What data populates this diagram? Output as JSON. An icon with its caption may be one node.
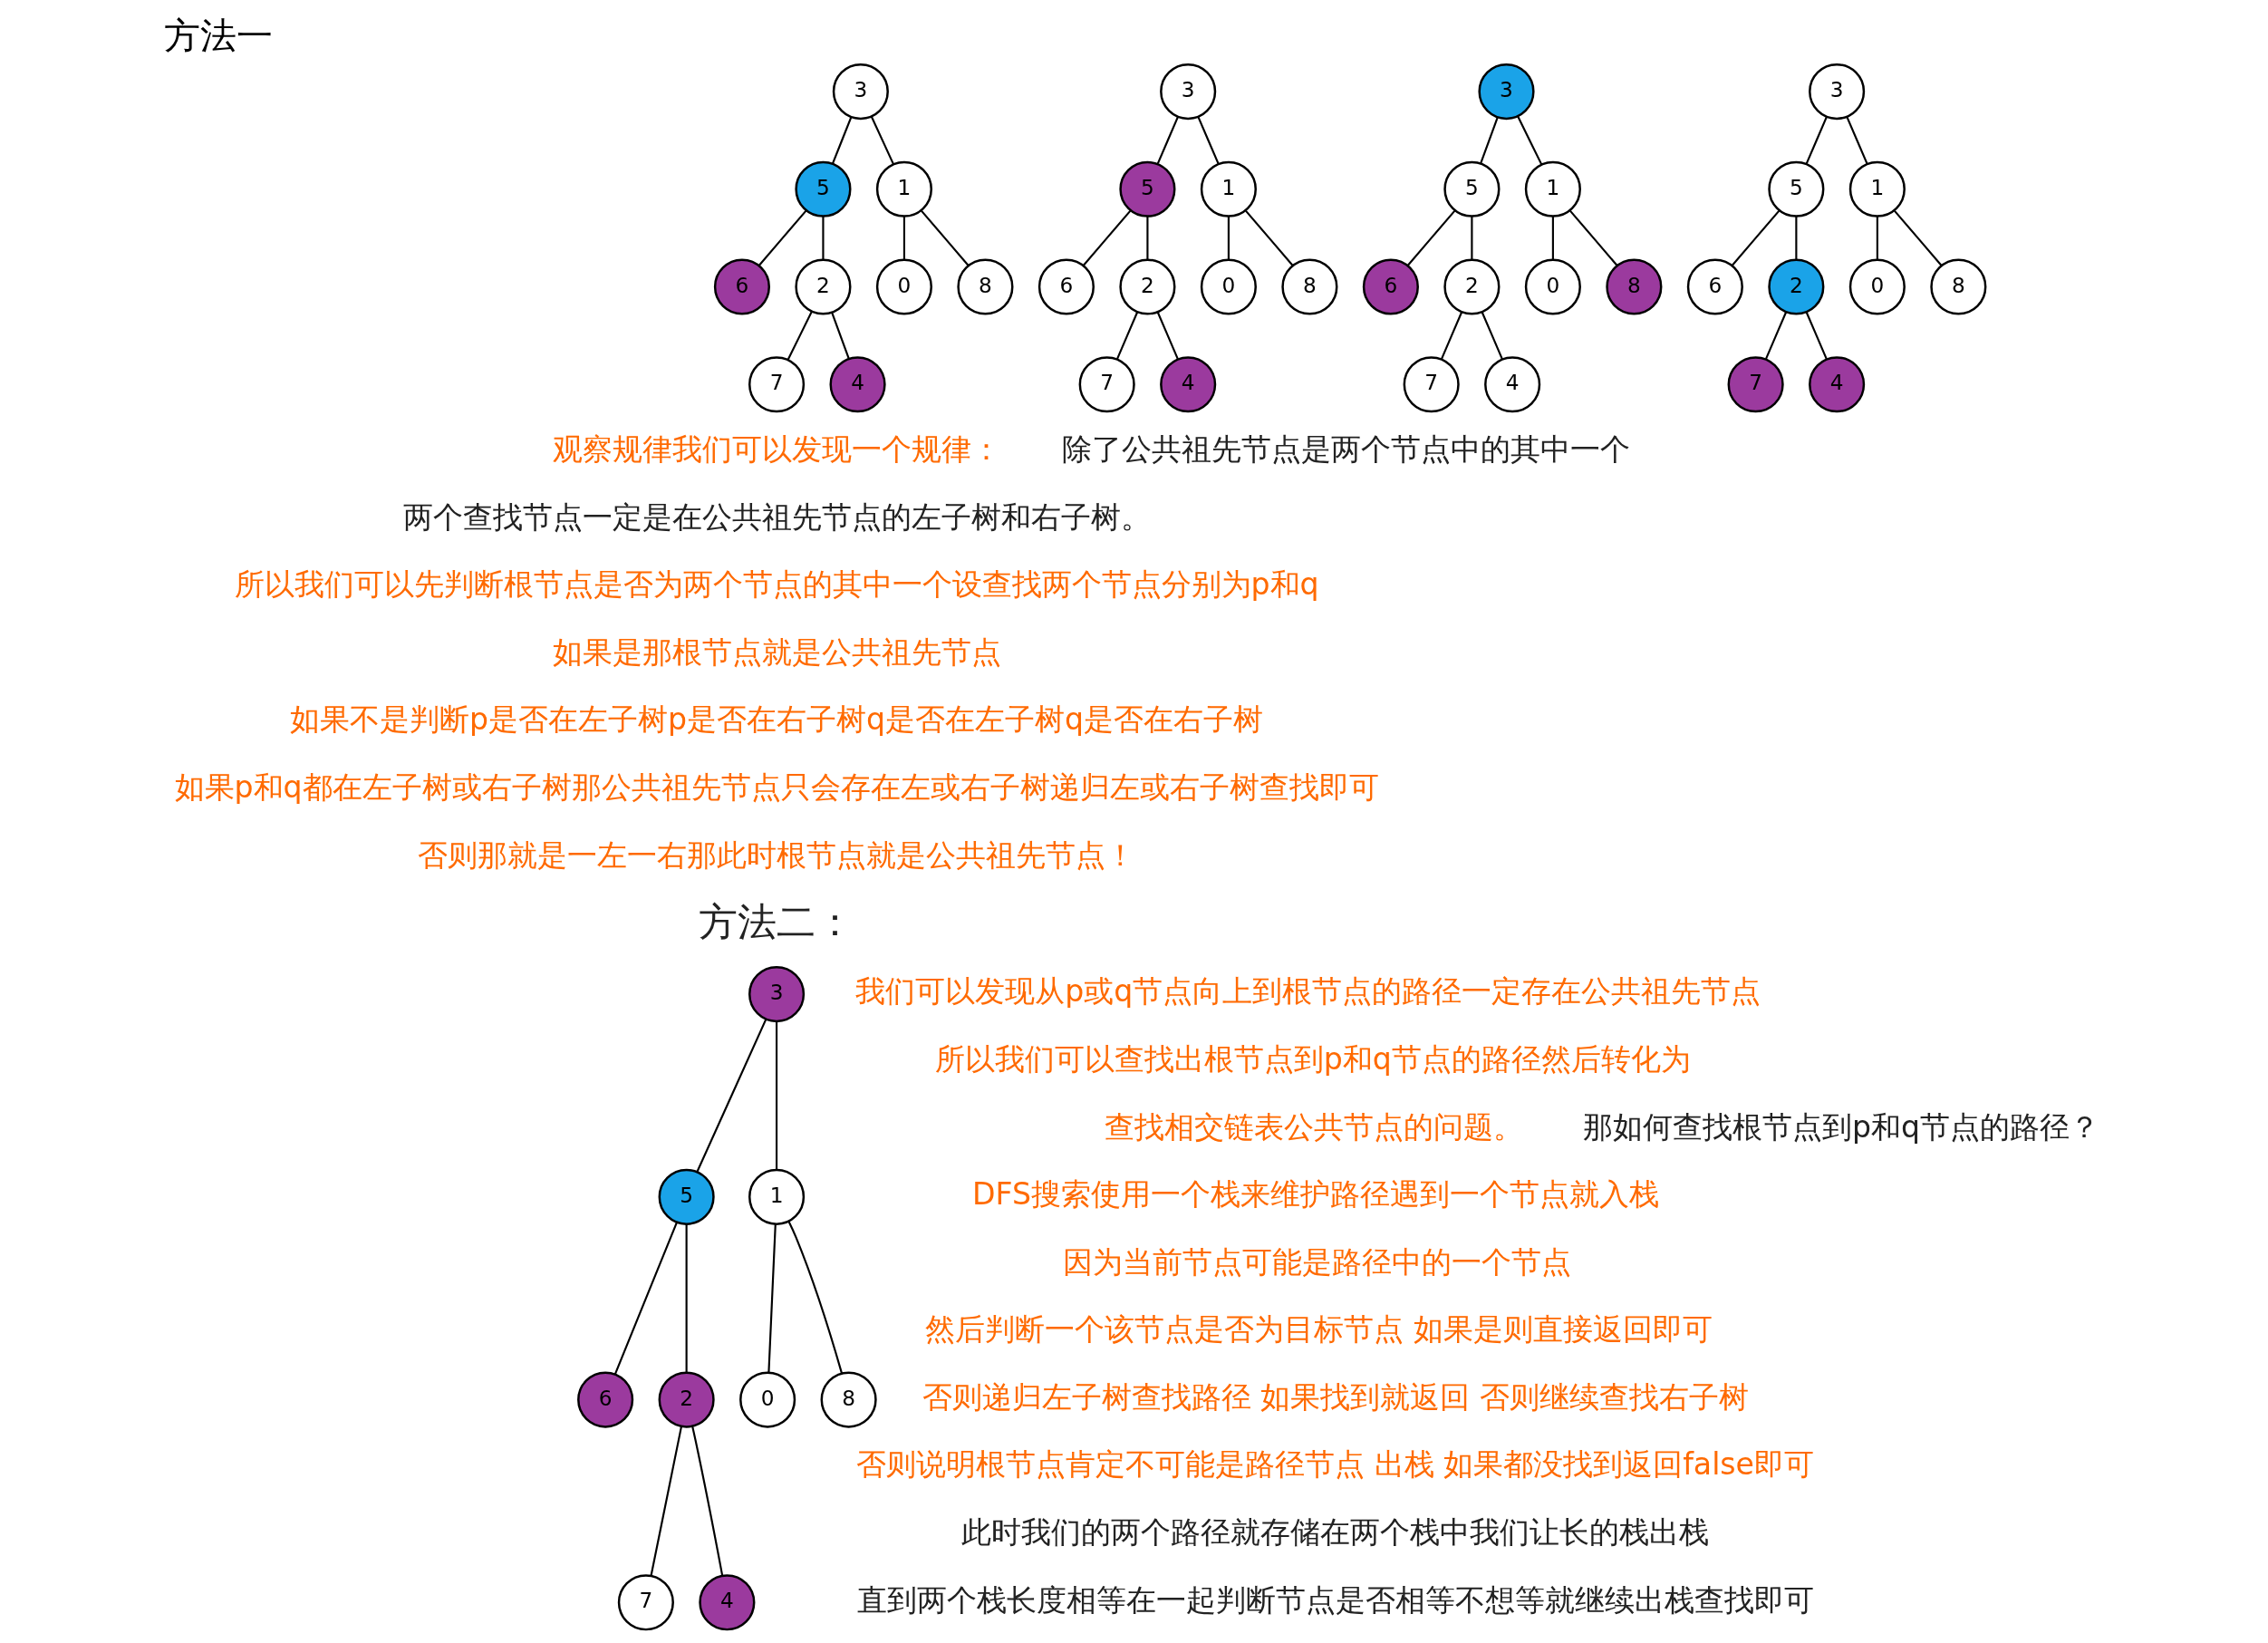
{
  "diagram": {
    "title": "方法一",
    "nodes": [
      {
        "text": [
          "3"
        ]
      },
      {
        "text": [
          "5"
        ]
      },
      {
        "text": [
          "1"
        ]
      },
      {
        "text": [
          "6"
        ]
      },
      {
        "text": [
          "2"
        ]
      },
      {
        "text": [
          "0"
        ]
      },
      {
        "text": [
          "8"
        ]
      },
      {
        "text": [
          "7"
        ]
      },
      {
        "text": [
          "4"
        ]
      },
      {
        "text": [
          "3"
        ]
      },
      {
        "text": [
          "5"
        ]
      },
      {
        "text": [
          "1"
        ]
      },
      {
        "text": [
          "6"
        ]
      },
      {
        "text": [
          "2"
        ]
      },
      {
        "text": [
          "0"
        ]
      },
      {
        "text": [
          "8"
        ]
      },
      {
        "text": [
          "7"
        ]
      },
      {
        "text": [
          "4"
        ]
      },
      {
        "text": [
          "3"
        ]
      },
      {
        "text": [
          "5"
        ]
      },
      {
        "text": [
          "1"
        ]
      },
      {
        "text": [
          "6"
        ]
      },
      {
        "text": [
          "2"
        ]
      },
      {
        "text": [
          "0"
        ]
      },
      {
        "text": [
          "8"
        ]
      },
      {
        "text": [
          "7"
        ]
      },
      {
        "text": [
          "4"
        ]
      },
      {
        "text": [
          "3"
        ]
      },
      {
        "text": [
          "5"
        ]
      },
      {
        "text": [
          "1"
        ]
      },
      {
        "text": [
          "6"
        ]
      },
      {
        "text": [
          "2"
        ]
      },
      {
        "text": [
          "0"
        ]
      },
      {
        "text": [
          "8"
        ]
      },
      {
        "text": [
          "7"
        ]
      },
      {
        "text": [
          "4"
        ]
      },
      {
        "text": [
          "3"
        ]
      },
      {
        "text": [
          "5"
        ]
      },
      {
        "text": [
          "1"
        ]
      },
      {
        "text": [
          "6"
        ]
      },
      {
        "text": [
          "2"
        ]
      },
      {
        "text": [
          "0"
        ]
      },
      {
        "text": [
          "8"
        ]
      },
      {
        "text": [
          "7"
        ]
      },
      {
        "text": [
          "4"
        ]
      }
    ],
    "edges": [
      {
        "from": 0,
        "to": 1,
        "arrow": "none"
      },
      {
        "from": 0,
        "to": 2,
        "arrow": "none"
      },
      {
        "from": 1,
        "to": 3,
        "arrow": "none"
      },
      {
        "from": 1,
        "to": 4,
        "arrow": "none"
      },
      {
        "from": 2,
        "to": 5,
        "arrow": "none"
      },
      {
        "from": 2,
        "to": 6,
        "arrow": "none"
      },
      {
        "from": 4,
        "to": 7,
        "arrow": "none"
      },
      {
        "from": 4,
        "to": 8,
        "arrow": "none"
      },
      {
        "from": 9,
        "to": 10,
        "arrow": "none"
      },
      {
        "from": 9,
        "to": 11,
        "arrow": "none"
      },
      {
        "from": 10,
        "to": 12,
        "arrow": "none"
      },
      {
        "from": 10,
        "to": 13,
        "arrow": "none"
      },
      {
        "from": 11,
        "to": 14,
        "arrow": "none"
      },
      {
        "from": 11,
        "to": 15,
        "arrow": "none"
      },
      {
        "from": 13,
        "to": 16,
        "arrow": "none"
      },
      {
        "from": 13,
        "to": 17,
        "arrow": "none"
      },
      {
        "from": 18,
        "to": 19,
        "arrow": "none"
      },
      {
        "from": 18,
        "to": 20,
        "arrow": "none"
      },
      {
        "from": 19,
        "to": 21,
        "arrow": "none"
      },
      {
        "from": 19,
        "to": 22,
        "arrow": "none"
      },
      {
        "from": 20,
        "to": 23,
        "arrow": "none"
      },
      {
        "from": 20,
        "to": 24,
        "arrow": "none"
      },
      {
        "from": 22,
        "to": 25,
        "arrow": "none"
      },
      {
        "from": 22,
        "to": 26,
        "arrow": "none"
      },
      {
        "from": 27,
        "to": 28,
        "arrow": "none"
      },
      {
        "from": 27,
        "to": 29,
        "arrow": "none"
      },
      {
        "from": 28,
        "to": 30,
        "arrow": "none"
      },
      {
        "from": 28,
        "to": 31,
        "arrow": "none"
      },
      {
        "from": 29,
        "to": 32,
        "arrow": "none"
      },
      {
        "from": 29,
        "to": 33,
        "arrow": "none"
      },
      {
        "from": 31,
        "to": 34,
        "arrow": "none"
      },
      {
        "from": 31,
        "to": 35,
        "arrow": "none"
      },
      {
        "from": 36,
        "to": 37,
        "arrow": "none"
      },
      {
        "from": 36,
        "to": 38,
        "arrow": "none"
      },
      {
        "from": 37,
        "to": 39,
        "arrow": "none"
      },
      {
        "from": 37,
        "to": 40,
        "arrow": "none"
      },
      {
        "from": 38,
        "to": 41,
        "arrow": "none"
      },
      {
        "from": 38,
        "to": 42,
        "arrow": "none"
      },
      {
        "from": 40,
        "to": 43,
        "arrow": "none"
      },
      {
        "from": 40,
        "to": 44,
        "arrow": "none"
      }
    ],
    "labels": [
      "观察规律我们可以发现一个规律：",
      "除了公共祖先节点是两个节点中的其中一个",
      "两个查找节点一定是在公共祖先节点的左子树和右子树。",
      "所以我们可以先判断根节点是否为两个节点的其中一个设查找两个节点分别为p和q",
      "如果是那根节点就是公共祖先节点",
      "如果不是判断p是否在左子树p是否在右子树q是否在左子树q是否在右子树",
      "如果p和q都在左子树或右子树那公共祖先节点只会存在左或右子树递归左或右子树查找即可",
      "否则那就是一左一右那此时根节点就是公共祖先节点！",
      "方法二：",
      "我们可以发现从p或q节点向上到根节点的路径一定存在公共祖先节点",
      "所以我们可以查找出根节点到p和q节点的路径然后转化为",
      "查找相交链表公共节点的问题。",
      "那如何查找根节点到p和q节点的路径？",
      "DFS搜索使用一个栈来维护路径遇到一个节点就入栈",
      "因为当前节点可能是路径中的一个节点",
      "然后判断一个该节点是否为目标节点 如果是则直接返回即可",
      "否则递归左子树查找路径 如果找到就返回 否则继续查找右子树",
      "否则说明根节点肯定不可能是路径节点 出栈 如果都没找到返回false即可",
      "此时我们的两个路径就存储在两个栈中我们让长的栈出栈",
      "直到两个栈长度相等在一起判断节点是否相等不想等就继续出栈查找即可"
    ]
  }
}
